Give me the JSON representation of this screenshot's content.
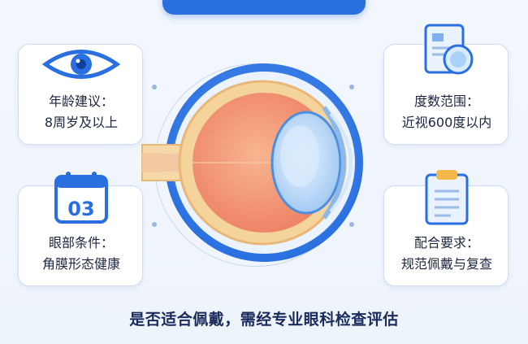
{
  "header": {
    "title": ""
  },
  "cards": {
    "age": {
      "line1": "年龄建议：",
      "line2": "8周岁及以上",
      "icon": "eye-icon"
    },
    "degree": {
      "line1": "度数范围：",
      "line2": "近视600度以内",
      "icon": "contact-lens-document-icon"
    },
    "eye_condition": {
      "line1": "眼部条件：",
      "line2": "角膜形态健康",
      "icon": "calendar-icon"
    },
    "cooperation": {
      "line1": "配合要求：",
      "line2": "规范佩戴与复查",
      "icon": "clipboard-icon"
    }
  },
  "calendar_text": "03",
  "footer": {
    "text": "是否适合佩戴，需经专业眼科检查评估"
  },
  "colors": {
    "accent": "#2a6fe0",
    "card_border": "#cfdcf2",
    "footer_text": "#1a2a5c"
  }
}
